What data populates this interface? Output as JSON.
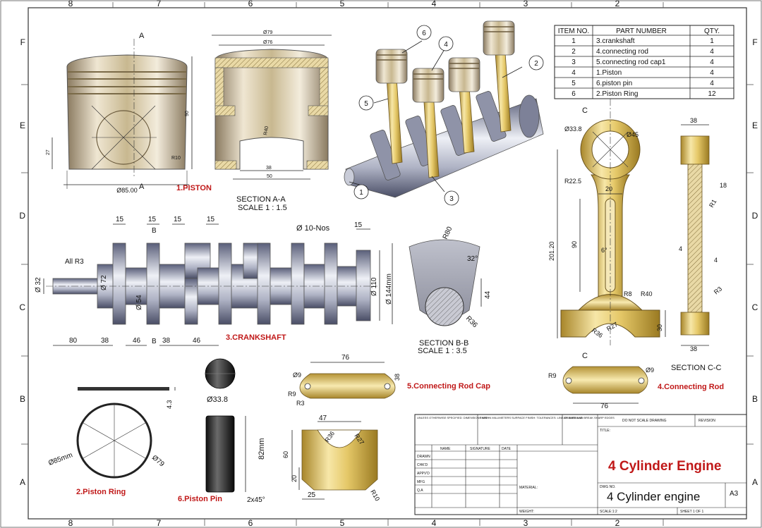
{
  "border": {
    "cols_top": [
      "8",
      "7",
      "6",
      "5",
      "4",
      "3",
      "2"
    ],
    "cols_bottom": [
      "8",
      "7",
      "6",
      "5",
      "4",
      "3",
      "2"
    ],
    "rows_left": [
      "F",
      "E",
      "D",
      "C",
      "B",
      "A"
    ],
    "rows_right": [
      "F",
      "E",
      "D",
      "C",
      "B",
      "A"
    ]
  },
  "bom": {
    "headers": [
      "ITEM NO.",
      "PART NUMBER",
      "QTY."
    ],
    "rows": [
      {
        "item": "1",
        "part": "3.crankshaft",
        "qty": "1"
      },
      {
        "item": "2",
        "part": "4.connecting rod",
        "qty": "4"
      },
      {
        "item": "3",
        "part": "5.connecting rod cap1",
        "qty": "4"
      },
      {
        "item": "4",
        "part": "1.Piston",
        "qty": "4"
      },
      {
        "item": "5",
        "part": "6.piston pin",
        "qty": "4"
      },
      {
        "item": "6",
        "part": "2.Piston Ring",
        "qty": "12"
      }
    ]
  },
  "balloons": [
    "1",
    "2",
    "3",
    "4",
    "5",
    "6"
  ],
  "labels": {
    "piston": "1.PISTON",
    "piston_ring": "2.Piston Ring",
    "crankshaft": "3.CRANKSHAFT",
    "connecting_rod": "4.Connecting Rod",
    "rod_cap": "5.Connecting Rod Cap",
    "piston_pin": "6.Piston Pin"
  },
  "sections": {
    "aa_title": "SECTION A-A",
    "aa_scale": "SCALE 1 : 1.5",
    "bb_title": "SECTION B-B",
    "bb_scale": "SCALE 1 : 3.5",
    "cc_title": "SECTION C-C",
    "cut_a": "A",
    "cut_b": "B",
    "cut_c": "C"
  },
  "dims": {
    "piston_dia": "Ø85.00",
    "piston_small": "R10",
    "piston_27": "27",
    "piston_90": "90",
    "sec_79": "Ø79",
    "sec_76": "Ø76",
    "sec_38": "38",
    "sec_50": "50",
    "sec_r40": "R40",
    "cs_15a": "15",
    "cs_15b": "15",
    "cs_15c": "15",
    "cs_15d": "15",
    "cs_15e": "15",
    "cs_holes": "Ø 10-Nos",
    "cs_allr3": "All R3",
    "cs_32": "Ø 32",
    "cs_72": "Ø 72",
    "cs_54": "Ø 54",
    "cs_110": "Ø 110",
    "cs_144": "Ø 144mm",
    "cs_80": "80",
    "cs_38a": "38",
    "cs_46a": "46",
    "cs_38b": "38",
    "cs_46b": "46",
    "bb_r80": "R80",
    "bb_32": "32°",
    "bb_44": "44",
    "bb_r36": "R36",
    "cr_338": "Ø33.8",
    "cr_45": "Ø45",
    "cr_r225": "R22.5",
    "cr_20": "20",
    "cr_90": "90",
    "cr_20120": "201.20",
    "cr_6": "6°",
    "cr_r8": "R8",
    "cr_r40": "R40",
    "cr_r36": "R36",
    "cr_r27": "R27",
    "cr_30": "30",
    "cc_38a": "38",
    "cc_18": "18",
    "cc_r1": "R1",
    "cc_4a": "4",
    "cc_4b": "4",
    "cc_r3": "R3",
    "cc_38b": "38",
    "cap_76": "76",
    "cap_38": "38",
    "cap_9": "Ø9",
    "cap_r9": "R9",
    "cap_r3": "R3",
    "cap_47": "47",
    "cap_r36": "R36",
    "cap_r27": "R27",
    "cap_60": "60",
    "cap_20": "20",
    "cap_25": "25",
    "cap_r10": "R10",
    "cap2_76": "76",
    "cap2_r9": "R9",
    "cap2_9": "Ø9",
    "ring_43": "4.3",
    "ring_85": "Ø85mm",
    "ring_79": "Ø79",
    "pin_338": "Ø33.8",
    "pin_82": "82mm",
    "pin_chamfer": "2x45°"
  },
  "title_block": {
    "tolerance_note": "UNLESS OTHERWISE SPECIFIED: DIMENSIONS ARE IN MILLIMETERS SURFACE FINISH: TOLERANCES: LINEAR: ANGULAR:",
    "finish": "FINISH:",
    "deburr": "DEBURR AND BREAK SHARP EDGES",
    "no_scale": "DO NOT SCALE DRAWING",
    "revision": "REVISION",
    "col_name": "NAME",
    "col_signature": "SIGNATURE",
    "col_date": "DATE",
    "rows": [
      "DRAWN",
      "CHK'D",
      "APPV'D",
      "MFG",
      "Q.A"
    ],
    "title_label": "TITLE:",
    "title": "4 Cylinder Engine",
    "material": "MATERIAL:",
    "dwg_label": "DWG NO.",
    "dwg_no": "4 Cylinder engine",
    "size": "A3",
    "weight": "WEIGHT:",
    "scale": "SCALE:1:2",
    "sheet": "SHEET 1 OF 1"
  }
}
